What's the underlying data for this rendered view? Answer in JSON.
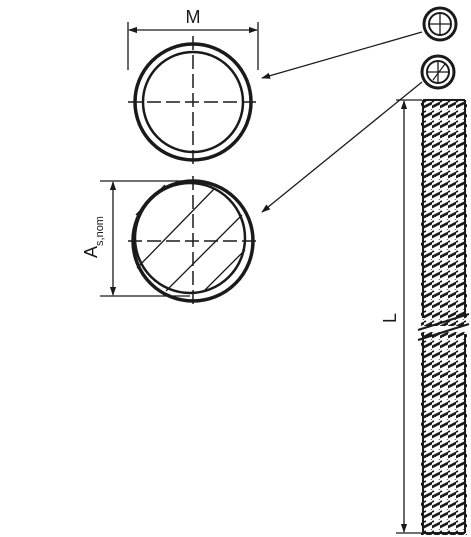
{
  "labels": {
    "m": "M",
    "a_main": "A",
    "a_sub": "s,nom",
    "l": "L"
  }
}
